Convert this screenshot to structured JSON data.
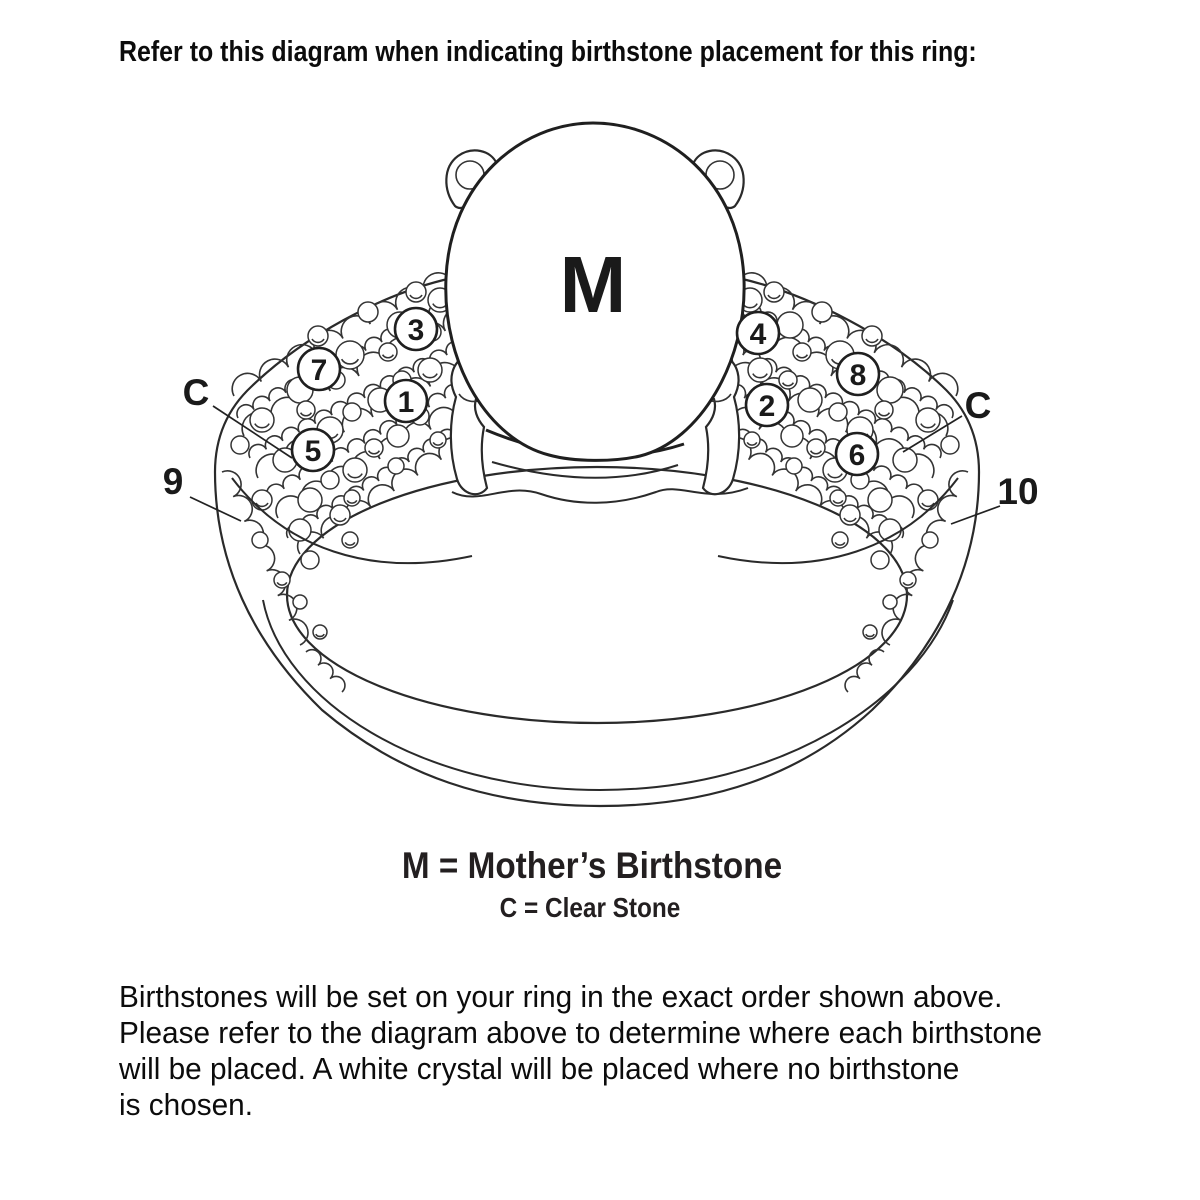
{
  "title": "Refer to this diagram when indicating birthstone placement for this ring:",
  "diagram": {
    "center_stone_label": "M",
    "circled_positions": [
      "1",
      "2",
      "3",
      "4",
      "5",
      "6",
      "7",
      "8"
    ],
    "left_clear_label": "C",
    "right_clear_label": "C",
    "position_9_label": "9",
    "position_10_label": "10"
  },
  "legend": {
    "mother_line": "M = Mother’s Birthstone",
    "clear_line": "C = Clear Stone"
  },
  "footer_lines": [
    "Birthstones will be set on your ring in the exact order shown above.",
    "Please refer to the diagram above to determine where each birthstone",
    "will be placed. A white crystal will be placed where no birthstone",
    "is chosen."
  ],
  "colors": {
    "ink": "#1a1a1a",
    "background": "#ffffff"
  }
}
